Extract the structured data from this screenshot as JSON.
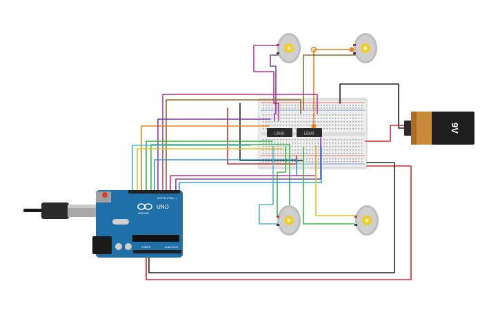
{
  "battery": {
    "voltage_label": "9V"
  },
  "arduino": {
    "model_label": "UNO",
    "brand_label": "ARDUINO",
    "digital_header_label": "DIGITAL (PWM ~)",
    "power_label": "POWER",
    "analog_label": "ANALOG IN"
  },
  "drivers": [
    {
      "label": "L293D"
    },
    {
      "label": "L293D"
    }
  ],
  "colors": {
    "board_blue": "#1f6fa8",
    "battery_orange": "#c98a3c",
    "motor_shaft": "#f2cc2d",
    "wire_red": "#d9262c",
    "wire_black": "#222222",
    "wire_green": "#3ab54a",
    "wire_blue": "#2d9ad6",
    "wire_orange": "#e5841f",
    "wire_yellow": "#e8c21b",
    "wire_magenta": "#c0308f",
    "wire_purple": "#7c3ea8",
    "wire_brown": "#8a6a2c",
    "wire_teal": "#4db6c4"
  }
}
